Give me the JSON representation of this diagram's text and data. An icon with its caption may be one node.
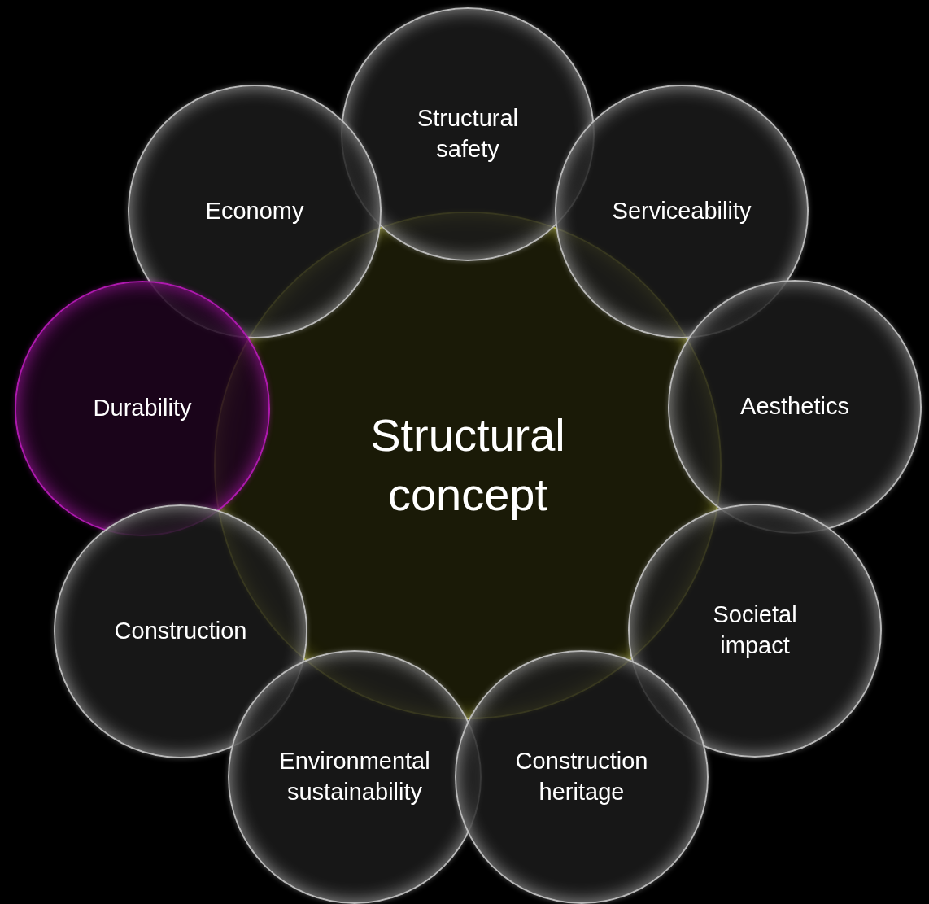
{
  "diagram": {
    "nodes": [
      {
        "text": [
          "Structural safety"
        ]
      },
      {
        "text": [
          "Economy"
        ]
      },
      {
        "text": [
          "Serviceability"
        ]
      },
      {
        "text": [
          "Durability"
        ]
      },
      {
        "text": [
          "Structural concept"
        ]
      },
      {
        "text": [
          "Aesthetics"
        ]
      },
      {
        "text": [
          "Construction"
        ]
      },
      {
        "text": [
          "Societal impact"
        ]
      },
      {
        "text": [
          "Environmental sustainability"
        ]
      },
      {
        "text": [
          "Construction heritage"
        ]
      }
    ]
  }
}
